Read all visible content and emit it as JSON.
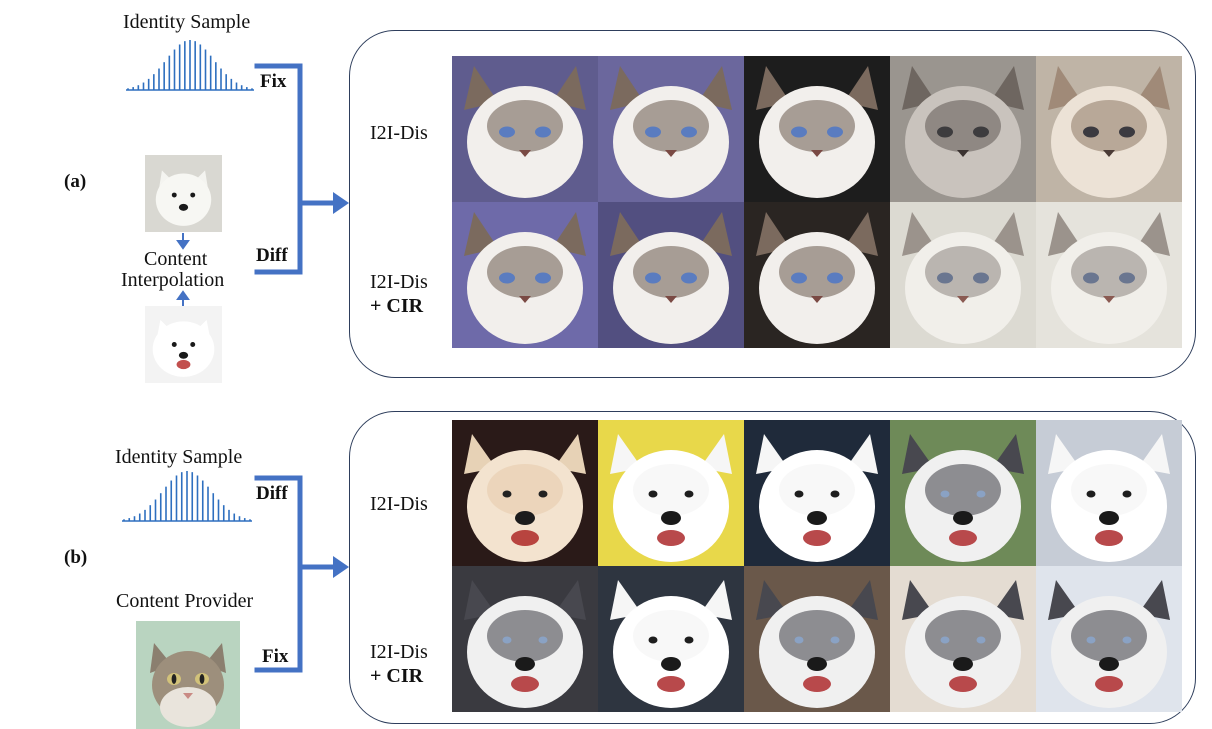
{
  "panel_a": {
    "tag": "(a)",
    "identity_label": "Identity Sample",
    "fix_label": "Fix",
    "content_label_line1": "Content",
    "content_label_line2": "Interpolation",
    "diff_label": "Diff",
    "rows": [
      {
        "label_line1": "I2I-Dis",
        "label_line2": ""
      },
      {
        "label_line1": "I2I-Dis",
        "label_line2": "+ CIR"
      }
    ]
  },
  "panel_b": {
    "tag": "(b)",
    "identity_label": "Identity Sample",
    "diff_label": "Diff",
    "content_label": "Content Provider",
    "fix_label": "Fix",
    "rows": [
      {
        "label_line1": "I2I-Dis",
        "label_line2": ""
      },
      {
        "label_line1": "I2I-Dis",
        "label_line2": "+ CIR"
      }
    ]
  },
  "colors": {
    "accent_blue": "#4472c4",
    "panel_border": "#2e3e5c"
  },
  "images": {
    "panel_a_results": [
      "ragdoll-cat-face",
      "ragdoll-cat-face",
      "ragdoll-cat-face",
      "grey-cat-face",
      "cream-cat-face",
      "ragdoll-cat-face",
      "ragdoll-cat-face",
      "ragdoll-cat-face",
      "grey-tabby-cat-face",
      "grey-tabby-cat-face"
    ],
    "panel_b_results": [
      "smiling-dog-face",
      "samoyed-face",
      "samoyed-face",
      "husky-face",
      "samoyed-face",
      "husky-face",
      "samoyed-face",
      "husky-face",
      "husky-face",
      "husky-face"
    ]
  }
}
